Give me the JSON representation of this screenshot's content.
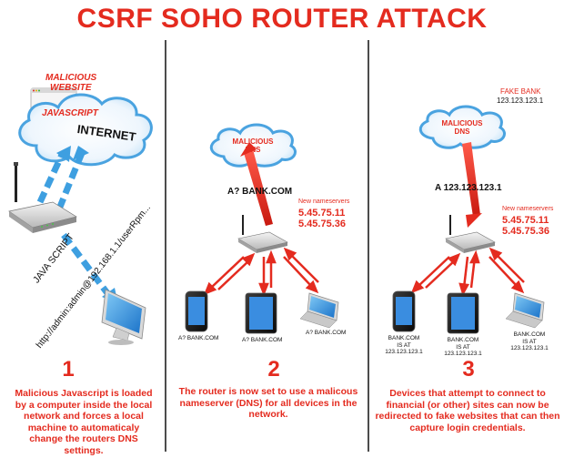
{
  "title": "CSRF SOHO ROUTER ATTACK",
  "panel1": {
    "malicious_website_line1": "MALICIOUS",
    "malicious_website_line2": "WEBSITE",
    "javascript_label": "JAVASCRIPT",
    "internet_label": "INTERNET",
    "java_script_label": "JAVA SCRIPT",
    "url_text": "http://admin:admin@192.168.1.1/userRpm...",
    "step_number": "1",
    "description": "Malicious Javascript is loaded by a computer inside the local network and forces a local machine to automaticaly change the routers DNS settings."
  },
  "panel2": {
    "dns_line1": "MALICIOUS",
    "dns_line2": "DNS",
    "query_label": "A? BANK.COM",
    "nameservers_heading": "New nameservers",
    "nameserver_1": "5.45.75.11",
    "nameserver_2": "5.45.75.36",
    "device_labels": [
      "A? BANK.COM",
      "A? BANK.COM",
      "A? BANK.COM"
    ],
    "step_number": "2",
    "description": "The router is now set to use a malicous nameserver (DNS) for all devices in the network."
  },
  "panel3": {
    "fake_bank_label": "FAKE BANK",
    "fake_bank_ip": "123.123.123.1",
    "dns_line1": "MALICIOUS",
    "dns_line2": "DNS",
    "answer_label": "A 123.123.123.1",
    "nameservers_heading": "New nameservers",
    "nameserver_1": "5.45.75.11",
    "nameserver_2": "5.45.75.36",
    "device_labels": [
      {
        "line1": "BANK.COM",
        "line2": "IS AT",
        "line3": "123.123.123.1"
      },
      {
        "line1": "BANK.COM",
        "line2": "IS AT",
        "line3": "123.123.123.1"
      },
      {
        "line1": "BANK.COM",
        "line2": "IS AT",
        "line3": "123.123.123.1"
      }
    ],
    "step_number": "3",
    "description": "Devices that attempt to connect to financial (or other) sites can now be redirected to fake websites that can then capture login credentials."
  },
  "colors": {
    "accent_red": "#e42b1f",
    "cloud_blue": "#4aa3e0",
    "divider": "#111111"
  }
}
